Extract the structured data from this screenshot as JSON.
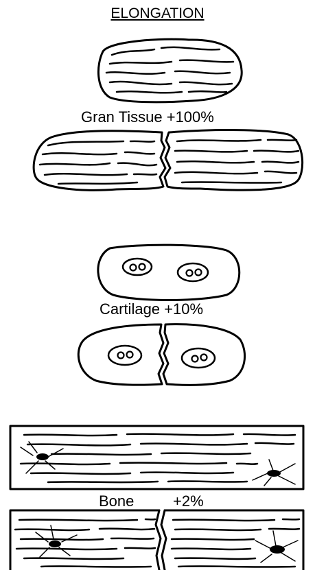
{
  "title": "ELONGATION",
  "tissues": [
    {
      "name": "Gran Tissue",
      "label": "Gran Tissue  +100%",
      "elongation_percent": 100
    },
    {
      "name": "Cartilage",
      "label": "Cartilage  +10%",
      "elongation_percent": 10
    },
    {
      "name": "Bone",
      "label": "Bone",
      "value_label": "+2%",
      "elongation_percent": 2
    }
  ]
}
